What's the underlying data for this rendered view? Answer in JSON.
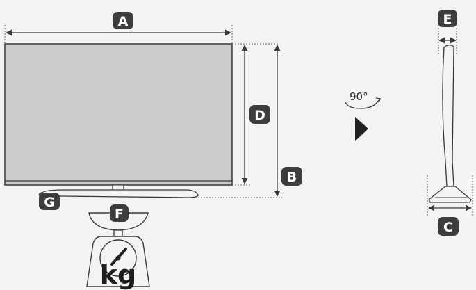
{
  "labels": {
    "width": "A",
    "height_with_stand": "B",
    "stand_depth": "C",
    "height_without_stand": "D",
    "depth": "E",
    "weight": "F",
    "stand_width": "G"
  },
  "rotation": "90°",
  "weight_unit": "kg",
  "colors": {
    "background": "#f2f3f5",
    "screen": "#cbcbcb",
    "outline": "#3a3a3a",
    "badge": "#3d3d3d"
  },
  "icons": {
    "rotate": "rotate-arrow-icon",
    "direction": "play-triangle-icon",
    "scale": "weighing-scale-icon"
  }
}
